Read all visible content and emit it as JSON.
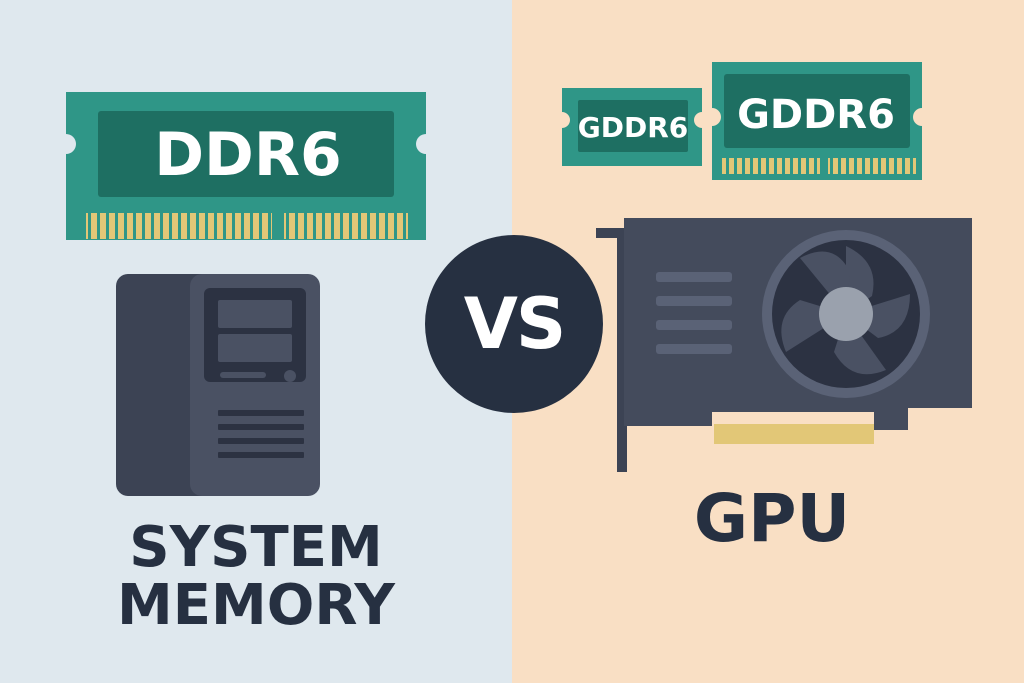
{
  "left_panel": {
    "ram_label": "DDR6",
    "caption_lines": [
      "SYSTEM",
      "MEMORY"
    ]
  },
  "center": {
    "versus_label": "VS"
  },
  "right_panel": {
    "ram_small_label": "GDDR6",
    "ram_large_label": "GDDR6",
    "caption": "GPU"
  },
  "colors": {
    "left_background": "#dfe8ee",
    "right_background": "#f9dfc4",
    "ram_green": "#2f9687",
    "ram_dark_green": "#1e6f62",
    "gold_contacts": "#e2c777",
    "dark_slate": "#263041",
    "hardware_gray": "#444b5c"
  },
  "icons": [
    "ddr6-ram-stick-icon",
    "desktop-tower-icon",
    "gddr6-memory-chip-icon",
    "graphics-card-icon",
    "cooling-fan-icon"
  ]
}
